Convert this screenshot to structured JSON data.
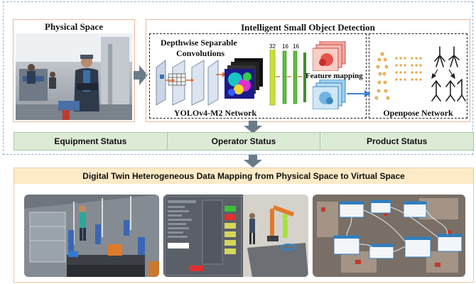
{
  "physical_space": {
    "title": "Physical Space"
  },
  "detection": {
    "title": "Intelligent Small Object Detection",
    "conv_label_line1": "Depthwise Separable",
    "conv_label_line2": "Convolutions",
    "channels": [
      "32",
      "16",
      "16"
    ],
    "feature_mapping": "Feature mapping",
    "yolo_label": "YOLOv4-M2 Network",
    "openpose_label": "Openpose Network"
  },
  "status": {
    "equipment": "Equipment Status",
    "operator": "Operator Status",
    "product": "Product Status"
  },
  "digital_twin": {
    "title": "Digital Twin Heterogeneous Data Mapping from Physical Space to Virtual Space"
  },
  "colors": {
    "box_border": "#e7b79a",
    "status_fill": "#dcebd6",
    "twin_title_fill": "#fdebc8",
    "arrow": "#6b7b8a"
  }
}
